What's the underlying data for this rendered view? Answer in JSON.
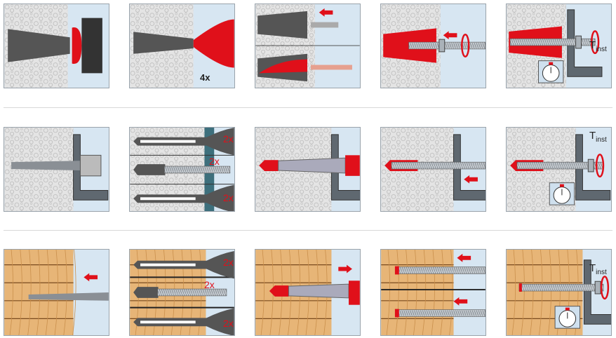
{
  "title": "Installation instructions",
  "labels": {
    "blow_count": "4x",
    "clean_count": "2x",
    "torque_symbol": "T",
    "torque_subscript": "inst"
  },
  "colors": {
    "accent_red": "#e0101a",
    "concrete": "#e4e4e4",
    "wood": "#e7b577",
    "steel_blue": "#d7e6f2"
  },
  "rows": [
    {
      "substrate": "concrete",
      "steps": [
        "drill",
        "blow",
        "inject",
        "insert-rod",
        "torque"
      ]
    },
    {
      "substrate": "concrete",
      "steps": [
        "drill",
        "clean",
        "inject",
        "insert-rod",
        "torque"
      ]
    },
    {
      "substrate": "wood",
      "steps": [
        "drill",
        "clean",
        "inject",
        "insert-rod",
        "torque"
      ]
    }
  ]
}
